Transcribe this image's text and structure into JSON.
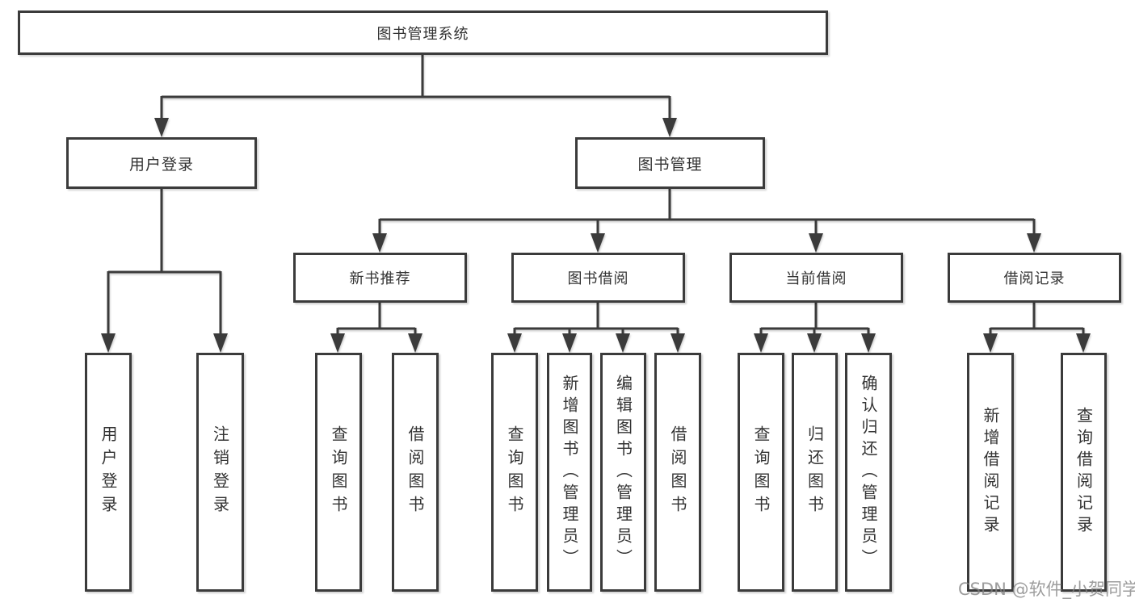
{
  "diagram": {
    "root": {
      "label": "图书管理系统"
    },
    "level2": [
      {
        "label": "用户登录"
      },
      {
        "label": "图书管理"
      }
    ],
    "level3": [
      {
        "label": "新书推荐"
      },
      {
        "label": "图书借阅"
      },
      {
        "label": "当前借阅"
      },
      {
        "label": "借阅记录"
      }
    ],
    "leaves": {
      "user_login": [
        "用户登录",
        "注销登录"
      ],
      "new_book": [
        "查询图书",
        "借阅图书"
      ],
      "book_borrow": [
        "查询图书",
        "新增图书（管理员）",
        "编辑图书（管理员）",
        "借阅图书"
      ],
      "current_borrow": [
        "查询图书",
        "归还图书",
        "确认归还（管理员）"
      ],
      "borrow_records": [
        "新增借阅记录",
        "查询借阅记录"
      ]
    }
  },
  "watermark": {
    "text": "CSDN @软件_小贺同学"
  },
  "colors": {
    "line": "#3b3b3b",
    "border": "#3b3b3b",
    "text": "#333333",
    "watermark": "#828282",
    "background": "#ffffff"
  }
}
